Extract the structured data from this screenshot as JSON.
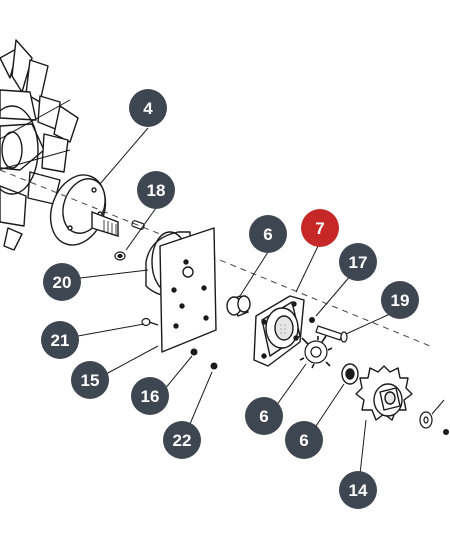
{
  "colors": {
    "callout": "#3e4652",
    "callout_highlight": "#c62828",
    "callout_text": "#ffffff",
    "line": "#1a1a1a",
    "background": "#ffffff"
  },
  "callouts": [
    {
      "id": "c4",
      "label": "4",
      "highlight": false
    },
    {
      "id": "c18",
      "label": "18",
      "highlight": false
    },
    {
      "id": "c6a",
      "label": "6",
      "highlight": false
    },
    {
      "id": "c7",
      "label": "7",
      "highlight": true
    },
    {
      "id": "c17",
      "label": "17",
      "highlight": false
    },
    {
      "id": "c19",
      "label": "19",
      "highlight": false
    },
    {
      "id": "c20",
      "label": "20",
      "highlight": false
    },
    {
      "id": "c21",
      "label": "21",
      "highlight": false
    },
    {
      "id": "c15",
      "label": "15",
      "highlight": false
    },
    {
      "id": "c16",
      "label": "16",
      "highlight": false
    },
    {
      "id": "c22",
      "label": "22",
      "highlight": false
    },
    {
      "id": "c6b",
      "label": "6",
      "highlight": false
    },
    {
      "id": "c6c",
      "label": "6",
      "highlight": false
    },
    {
      "id": "c14",
      "label": "14",
      "highlight": false
    }
  ]
}
